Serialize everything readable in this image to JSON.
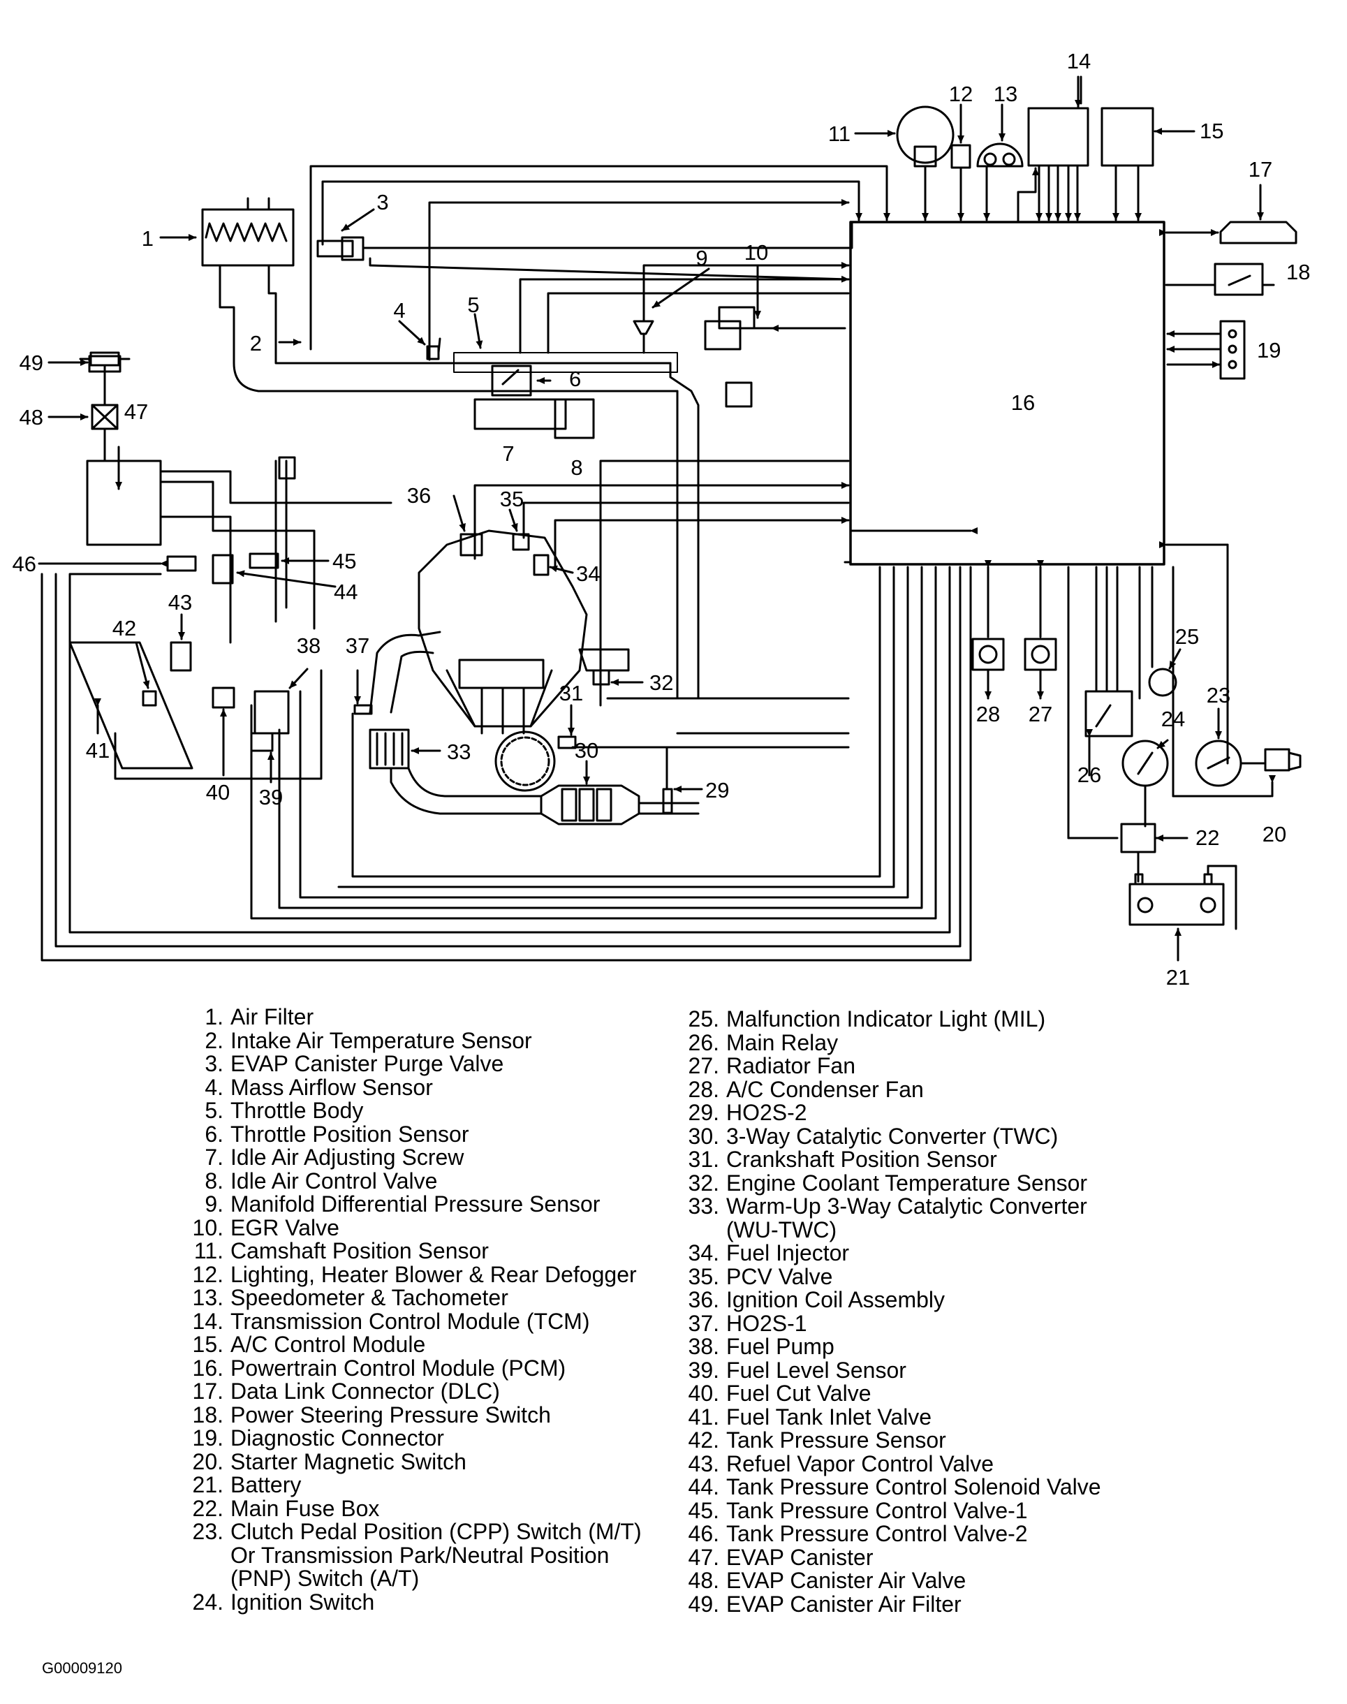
{
  "figure_id": "G00009120",
  "callouts": [
    "1",
    "2",
    "3",
    "4",
    "5",
    "6",
    "7",
    "8",
    "9",
    "10",
    "11",
    "12",
    "13",
    "14",
    "15",
    "16",
    "17",
    "18",
    "19",
    "20",
    "21",
    "22",
    "23",
    "24",
    "25",
    "26",
    "27",
    "28",
    "29",
    "30",
    "31",
    "32",
    "33",
    "34",
    "35",
    "36",
    "37",
    "38",
    "39",
    "40",
    "41",
    "42",
    "43",
    "44",
    "45",
    "46",
    "47",
    "48",
    "49"
  ],
  "legend_left": [
    {
      "num": "1.",
      "label": "Air Filter"
    },
    {
      "num": "2.",
      "label": "Intake Air Temperature Sensor"
    },
    {
      "num": "3.",
      "label": "EVAP Canister Purge Valve"
    },
    {
      "num": "4.",
      "label": "Mass Airflow Sensor"
    },
    {
      "num": "5.",
      "label": "Throttle Body"
    },
    {
      "num": "6.",
      "label": "Throttle Position Sensor"
    },
    {
      "num": "7.",
      "label": "Idle Air Adjusting Screw"
    },
    {
      "num": "8.",
      "label": "Idle Air Control Valve"
    },
    {
      "num": "9.",
      "label": "Manifold Differential Pressure Sensor"
    },
    {
      "num": "10.",
      "label": "EGR Valve"
    },
    {
      "num": "11.",
      "label": "Camshaft Position Sensor"
    },
    {
      "num": "12.",
      "label": "Lighting, Heater Blower & Rear Defogger"
    },
    {
      "num": "13.",
      "label": "Speedometer & Tachometer"
    },
    {
      "num": "14.",
      "label": "Transmission Control Module (TCM)"
    },
    {
      "num": "15.",
      "label": "A/C Control Module"
    },
    {
      "num": "16.",
      "label": "Powertrain Control Module (PCM)"
    },
    {
      "num": "17.",
      "label": "Data Link Connector (DLC)"
    },
    {
      "num": "18.",
      "label": "Power Steering Pressure Switch"
    },
    {
      "num": "19.",
      "label": "Diagnostic Connector"
    },
    {
      "num": "20.",
      "label": "Starter Magnetic Switch"
    },
    {
      "num": "21.",
      "label": "Battery"
    },
    {
      "num": "22.",
      "label": "Main Fuse Box"
    },
    {
      "num": "23.",
      "label": "Clutch Pedal Position (CPP) Switch (M/T)"
    },
    {
      "num": "",
      "label": "Or Transmission Park/Neutral Position"
    },
    {
      "num": "",
      "label": "(PNP) Switch (A/T)"
    },
    {
      "num": "24.",
      "label": "Ignition Switch"
    }
  ],
  "legend_right": [
    {
      "num": "25.",
      "label": "Malfunction Indicator Light (MIL)"
    },
    {
      "num": "26.",
      "label": "Main Relay"
    },
    {
      "num": "27.",
      "label": "Radiator Fan"
    },
    {
      "num": "28.",
      "label": "A/C Condenser Fan"
    },
    {
      "num": "29.",
      "label": "HO2S-2"
    },
    {
      "num": "30.",
      "label": "3-Way Catalytic Converter (TWC)"
    },
    {
      "num": "31.",
      "label": "Crankshaft Position Sensor"
    },
    {
      "num": "32.",
      "label": "Engine Coolant Temperature Sensor"
    },
    {
      "num": "33.",
      "label": "Warm-Up 3-Way Catalytic Converter"
    },
    {
      "num": "",
      "label": "(WU-TWC)"
    },
    {
      "num": "34.",
      "label": "Fuel Injector"
    },
    {
      "num": "35.",
      "label": "PCV Valve"
    },
    {
      "num": "36.",
      "label": "Ignition Coil Assembly"
    },
    {
      "num": "37.",
      "label": "HO2S-1"
    },
    {
      "num": "38.",
      "label": "Fuel Pump"
    },
    {
      "num": "39.",
      "label": "Fuel Level Sensor"
    },
    {
      "num": "40.",
      "label": "Fuel Cut Valve"
    },
    {
      "num": "41.",
      "label": "Fuel Tank Inlet Valve"
    },
    {
      "num": "42.",
      "label": "Tank Pressure Sensor"
    },
    {
      "num": "43.",
      "label": "Refuel Vapor Control Valve"
    },
    {
      "num": "44.",
      "label": "Tank Pressure Control Solenoid Valve"
    },
    {
      "num": "45.",
      "label": "Tank Pressure Control Valve-1"
    },
    {
      "num": "46.",
      "label": "Tank Pressure Control Valve-2"
    },
    {
      "num": "47.",
      "label": "EVAP Canister"
    },
    {
      "num": "48.",
      "label": "EVAP Canister Air Valve"
    },
    {
      "num": "49.",
      "label": "EVAP Canister Air Filter"
    }
  ]
}
